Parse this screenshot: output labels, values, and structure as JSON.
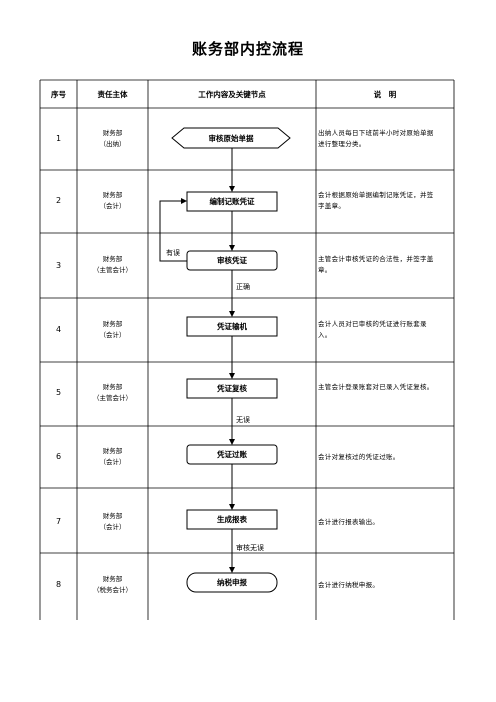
{
  "title": "账务部内控流程",
  "headers": {
    "seq": "序号",
    "subject": "责任主体",
    "content": "工作内容及关键节点",
    "note": "说　明"
  },
  "rows": [
    {
      "seq": "1",
      "dept": "财务部",
      "role": "（出纳）",
      "node": "审核原始单据",
      "note": "出纳人员每日下班前半小时对原始单据进行整理分类。"
    },
    {
      "seq": "2",
      "dept": "财务部",
      "role": "（会计）",
      "node": "编制记账凭证",
      "note": "会计根据原始单据编制记账凭证，并签字盖章。"
    },
    {
      "seq": "3",
      "dept": "财务部",
      "role": "（主管会计）",
      "node": "审核凭证",
      "note": "主管会计审核凭证的合法性，并签字盖章。"
    },
    {
      "seq": "4",
      "dept": "财务部",
      "role": "（会计）",
      "node": "凭证输机",
      "note": "会计人员对已审核的凭证进行账套录入。"
    },
    {
      "seq": "5",
      "dept": "财务部",
      "role": "（主管会计）",
      "node": "凭证复核",
      "note": "主管会计登录账套对已录入凭证复核。"
    },
    {
      "seq": "6",
      "dept": "财务部",
      "role": "（会计）",
      "node": "凭证过账",
      "note": "会计对复核过的凭证过账。"
    },
    {
      "seq": "7",
      "dept": "财务部",
      "role": "（会计）",
      "node": "生成报表",
      "note": "会计进行报表输出。"
    },
    {
      "seq": "8",
      "dept": "财务部",
      "role": "（税务会计）",
      "node": "纳税申报",
      "note": "会计进行纳税申报。"
    }
  ],
  "flow_labels": {
    "error": "有误",
    "correct": "正确",
    "no_error": "无误",
    "review_ok": "审核无误"
  }
}
